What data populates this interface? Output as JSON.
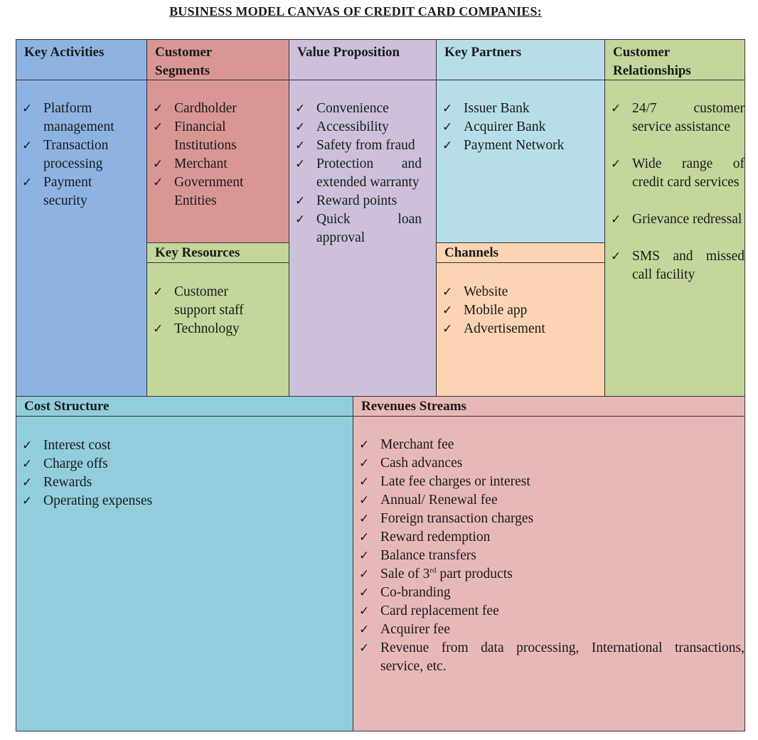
{
  "title": "BUSINESS MODEL CANVAS OF CREDIT CARD COMPANIES:",
  "colors": {
    "key_activities": "#8db3e2",
    "customer_segments": "#d99694",
    "value_proposition": "#ccc0da",
    "key_partners": "#b7dde8",
    "customer_relationships": "#c3d69b",
    "key_resources": "#c3d69b",
    "channels": "#fbd4b4",
    "cost_structure": "#92cddc",
    "revenue_streams": "#e6b9b8"
  },
  "key_activities": {
    "title": "Key Activities",
    "items": [
      "Platform management",
      "Transaction processing",
      "Payment security"
    ]
  },
  "customer_segments": {
    "title": "Customer Segments",
    "items": [
      "Cardholder",
      "Financial Institutions",
      "Merchant",
      "Government Entities"
    ]
  },
  "value_proposition": {
    "title": "Value Proposition",
    "items": [
      "Convenience",
      "Accessibility",
      "Safety from fraud",
      "Protection and extended warranty",
      "Reward points",
      "Quick loan approval"
    ]
  },
  "key_partners": {
    "title": "Key Partners",
    "items": [
      "Issuer Bank",
      "Acquirer Bank",
      "Payment Network"
    ]
  },
  "customer_relationships": {
    "title": "Customer Relationships",
    "items": [
      "24/7 customer service assistance",
      "Wide range of credit card services",
      "Grievance redressal",
      "SMS and missed call facility"
    ]
  },
  "key_resources": {
    "title": "Key Resources",
    "items": [
      "Customer support staff",
      "Technology"
    ]
  },
  "channels": {
    "title": "Channels",
    "items": [
      "Website",
      "Mobile app",
      "Advertisement"
    ]
  },
  "cost_structure": {
    "title": "Cost Structure",
    "items": [
      "Interest cost",
      "Charge offs",
      "Rewards",
      "Operating expenses"
    ]
  },
  "revenue_streams": {
    "title": "Revenues Streams",
    "items": [
      "Merchant fee",
      "Cash advances",
      "Late fee charges or interest",
      "Annual/ Renewal fee",
      "Foreign transaction charges",
      "Reward redemption",
      "Balance transfers",
      "Sale of 3",
      "Co-branding",
      "Card replacement fee",
      "Acquirer fee",
      "Revenue from data processing, International transactions, service, etc."
    ],
    "sale_superscript": "rd",
    "sale_suffix": " part products"
  }
}
